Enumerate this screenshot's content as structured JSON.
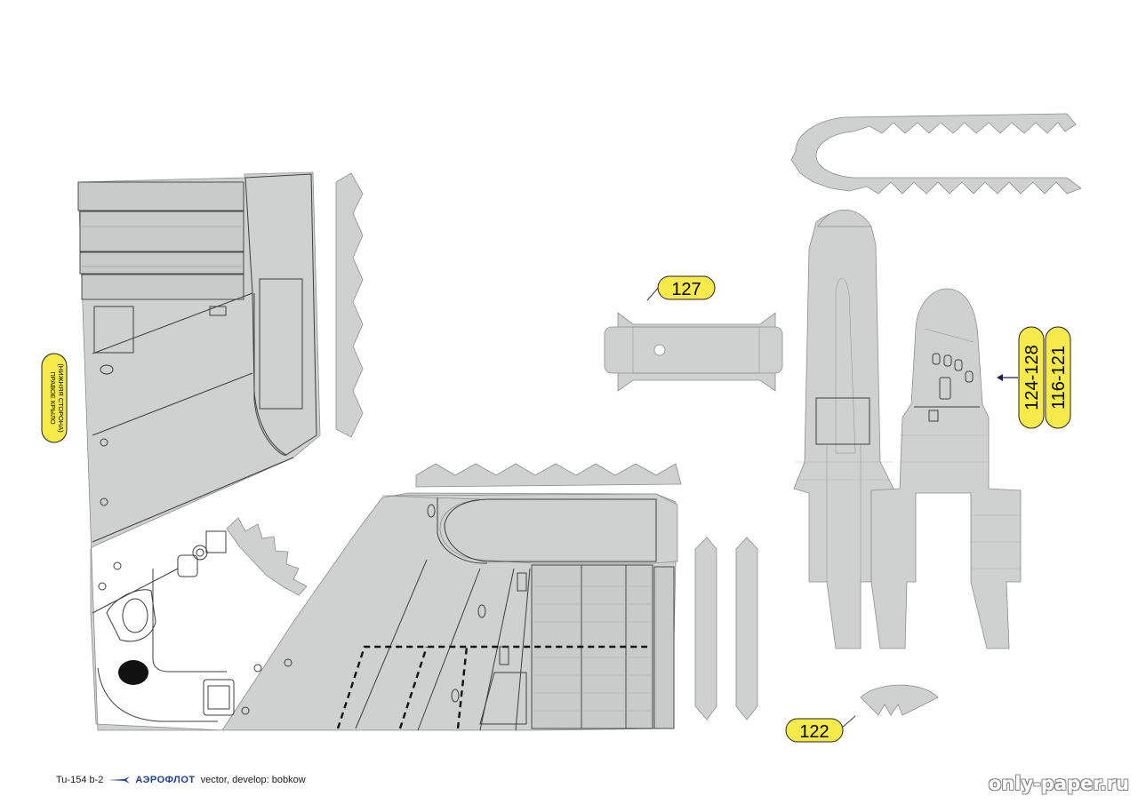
{
  "labels": {
    "part_127": "127",
    "part_122": "122",
    "part_124_128": "124-128",
    "part_116_121": "116-121",
    "side_label_line1": "ПРАВОЕ КРЫЛО",
    "side_label_line2": "(НИЖНЯЯ СТОРОНА)"
  },
  "footer": {
    "model": "Tu-154 b-2",
    "airline": "АЭРОФЛОТ",
    "credit": "vector, develop: bobkow"
  },
  "watermark": "only-paper.ru",
  "colors": {
    "part_fill": "#cfd1d1",
    "label_yellow": "#f5ea4a",
    "airline_blue": "#1c3f93"
  }
}
